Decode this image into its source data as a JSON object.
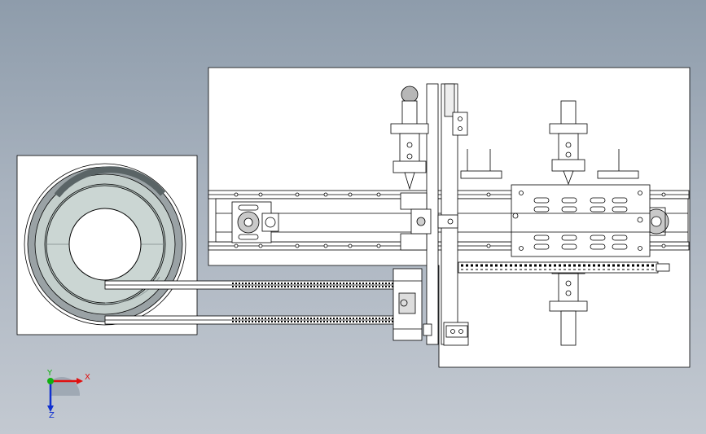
{
  "viewport": {
    "background_top": "#8e9cab",
    "background_bottom": "#c3c9d1"
  },
  "model": {
    "line_color": "#000000",
    "sheet_fill": "#ffffff",
    "bowl_outer_color": "#9aa2a5",
    "bowl_mid_color": "#c4cfcc",
    "bowl_inner_color": "#ffffff",
    "cylinder_color": "#b7b7b7"
  },
  "triad": {
    "x_label": "X",
    "y_label": "Y",
    "z_label": "Z",
    "x_color": "#e01010",
    "y_color": "#10b010",
    "z_color": "#1030d0"
  }
}
